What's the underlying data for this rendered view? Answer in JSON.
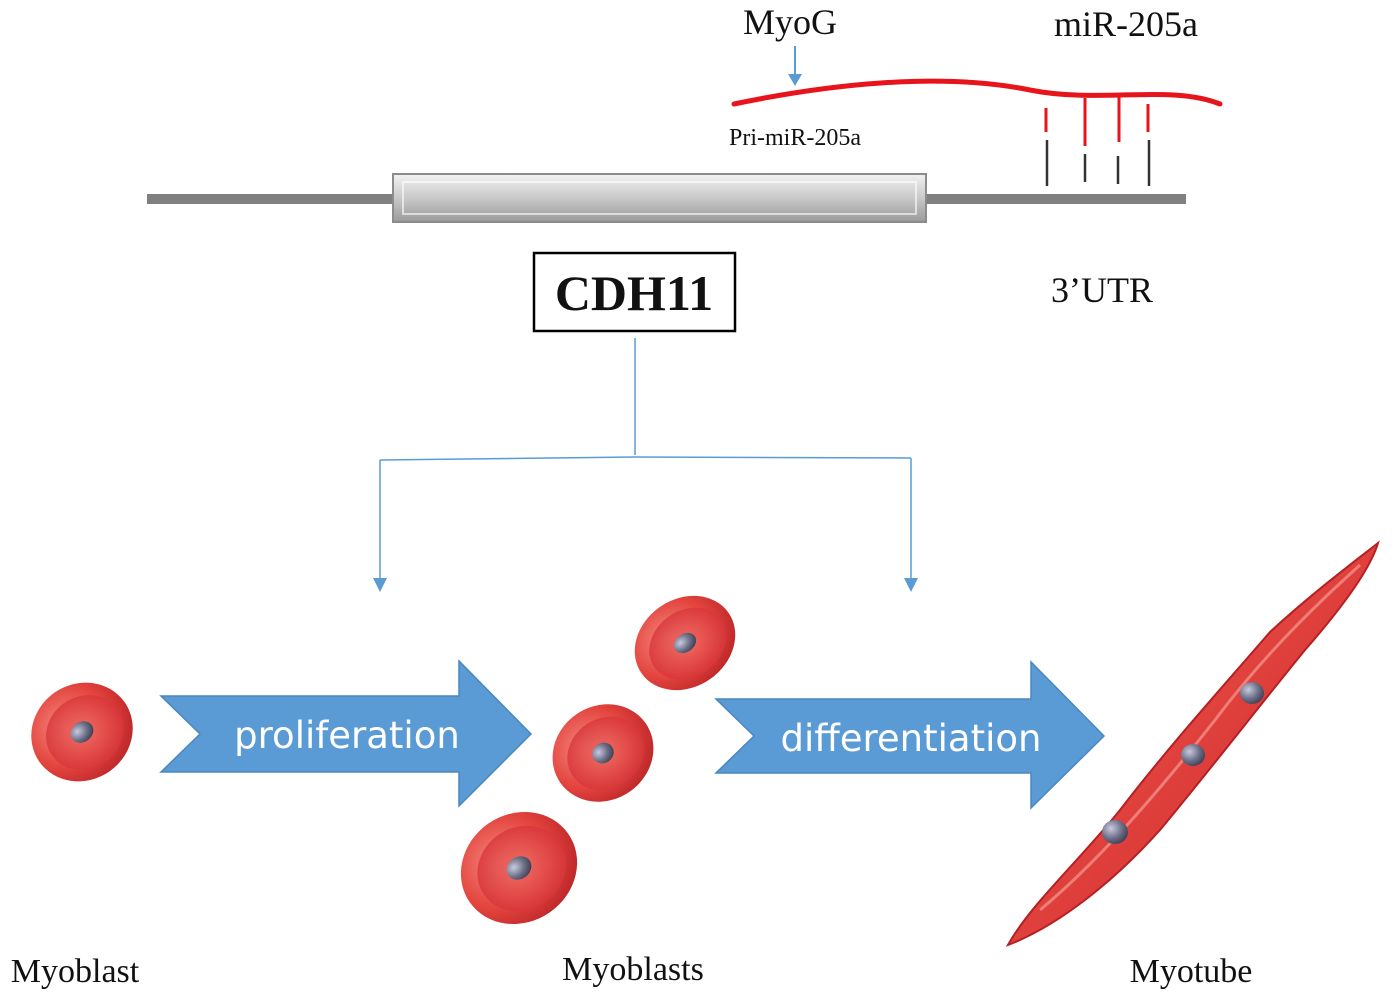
{
  "labels": {
    "myog": "MyoG",
    "mir": "miR-205a",
    "pri_mir": "Pri-miR-205a",
    "gene": "CDH11",
    "utr": "3’UTR",
    "proliferation": "proliferation",
    "differentiation": "differentiation",
    "myoblast": "Myoblast",
    "myoblasts": "Myoblasts",
    "myotube": "Myotube"
  },
  "colors": {
    "gene_line": "#808080",
    "mir_strand": "#e8141c",
    "connector": "#5b9bd5",
    "process_arrow": "#5b9bd5",
    "cell": "#e0403c",
    "nucleus": "#6c6f86"
  }
}
